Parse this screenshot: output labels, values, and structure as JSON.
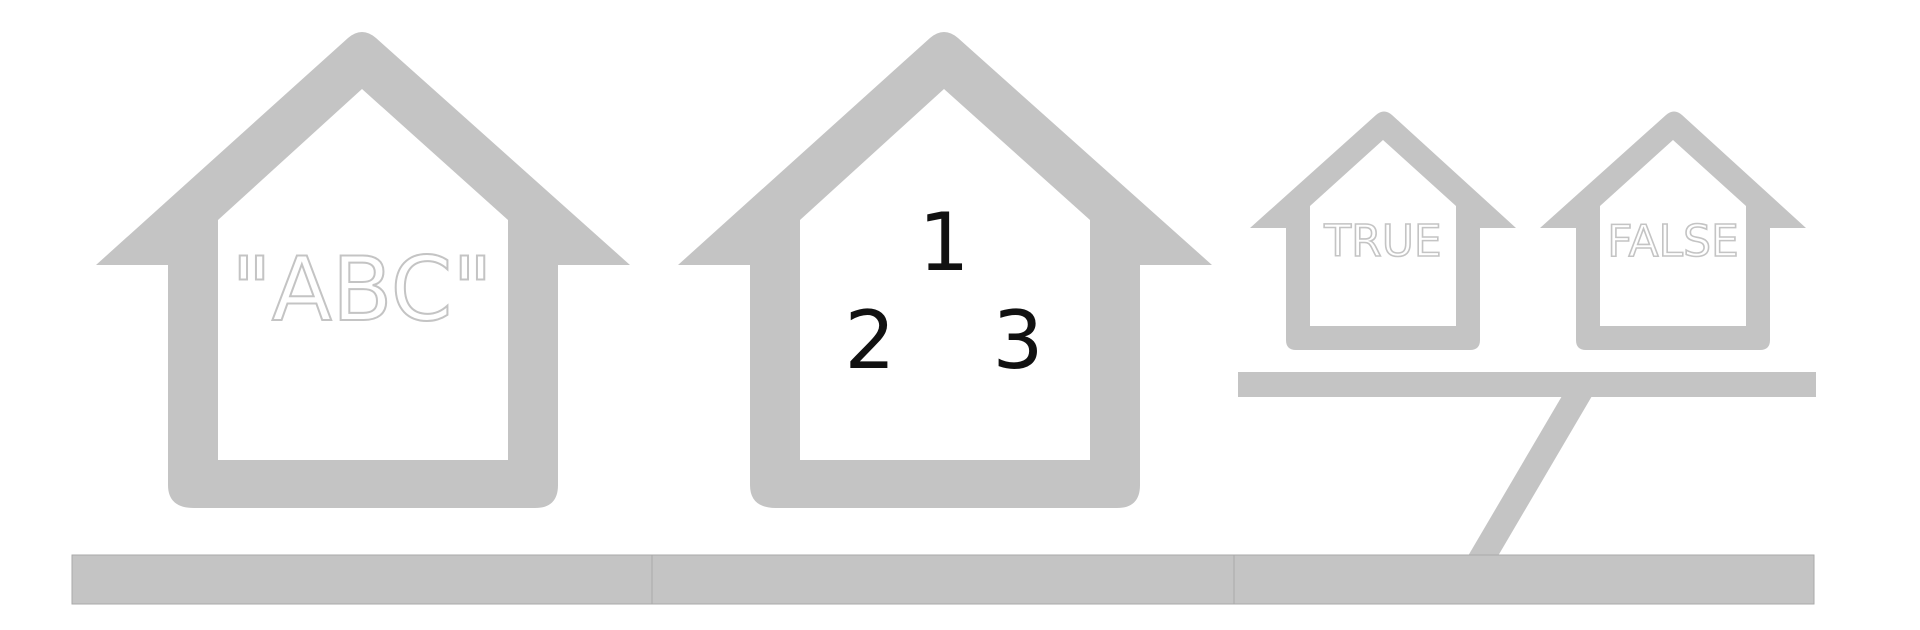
{
  "colors": {
    "shape_gray": "#c4c4c4",
    "numbers": "#111111",
    "background": "#ffffff"
  },
  "houses": {
    "string_label": "\"ABC\"",
    "number_labels": [
      "1",
      "2",
      "3"
    ],
    "true_label": "TRUE",
    "false_label": "FALSE"
  }
}
